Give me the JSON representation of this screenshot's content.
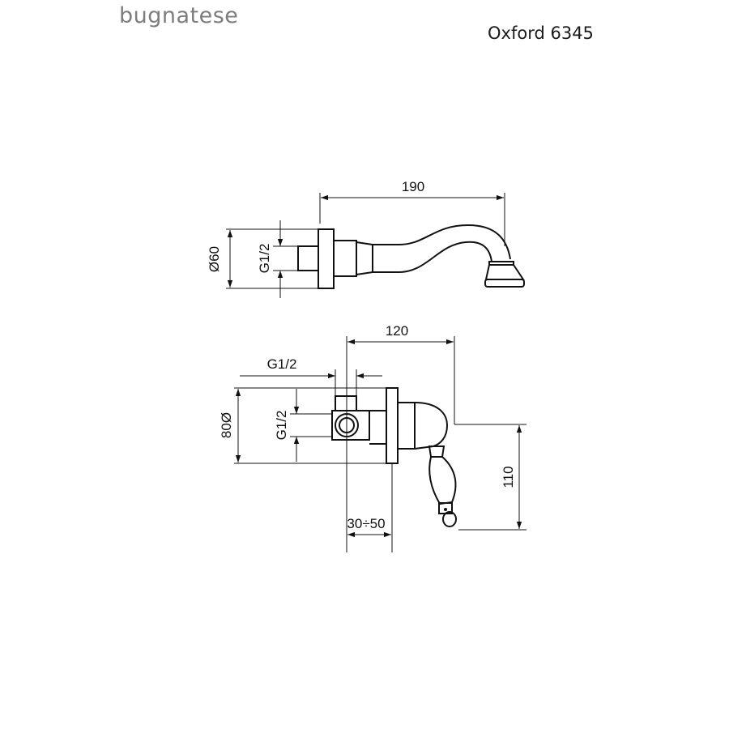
{
  "header": {
    "brand": "bugnatese",
    "model": "Oxford 6345"
  },
  "spout_view": {
    "dim_length": "190",
    "dim_diameter": "Ø60",
    "dim_thread": "G1/2"
  },
  "mixer_view": {
    "dim_depth": "120",
    "dim_thread_top": "G1/2",
    "dim_thread_side": "G1/2",
    "dim_diameter": "80Ø",
    "dim_handle": "110",
    "dim_range": "30÷50"
  }
}
